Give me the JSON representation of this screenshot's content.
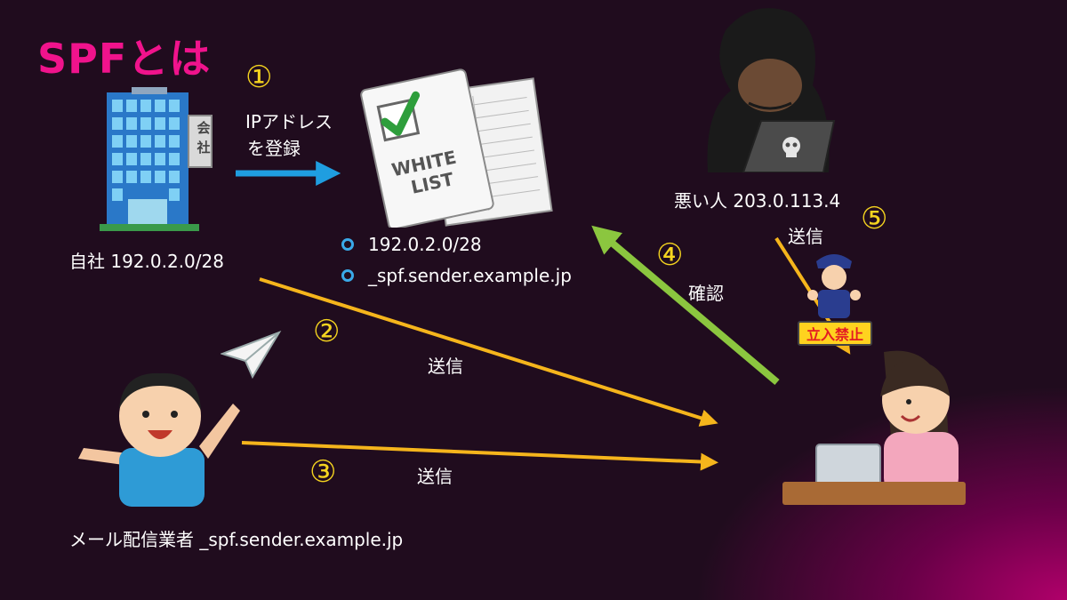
{
  "title": "SPFとは",
  "colors": {
    "title": "#f0138c",
    "step_number": "#f5d41f",
    "arrow_register": "#1f9ee0",
    "arrow_send": "#f5b51c",
    "arrow_check": "#8bc63f",
    "bullet": "#3aa9e8"
  },
  "steps": {
    "s1": {
      "number": "①",
      "label_line1": "IPアドレス",
      "label_line2": "を登録"
    },
    "s2": {
      "number": "②",
      "label": "送信"
    },
    "s3": {
      "number": "③",
      "label": "送信"
    },
    "s4": {
      "number": "④",
      "label": "確認"
    },
    "s5": {
      "number": "⑤",
      "label": "送信"
    }
  },
  "actors": {
    "company": {
      "label": "自社 192.0.2.0/28",
      "sign": "会社"
    },
    "mail_provider": {
      "label": "メール配信業者 _spf.sender.example.jp"
    },
    "attacker": {
      "label": "悪い人 203.0.113.4"
    }
  },
  "whitelist": {
    "card_line1": "WHITE",
    "card_line2": "LIST",
    "entries": [
      "192.0.2.0/28",
      "_spf.sender.example.jp"
    ]
  },
  "block_sign": "立入禁止"
}
